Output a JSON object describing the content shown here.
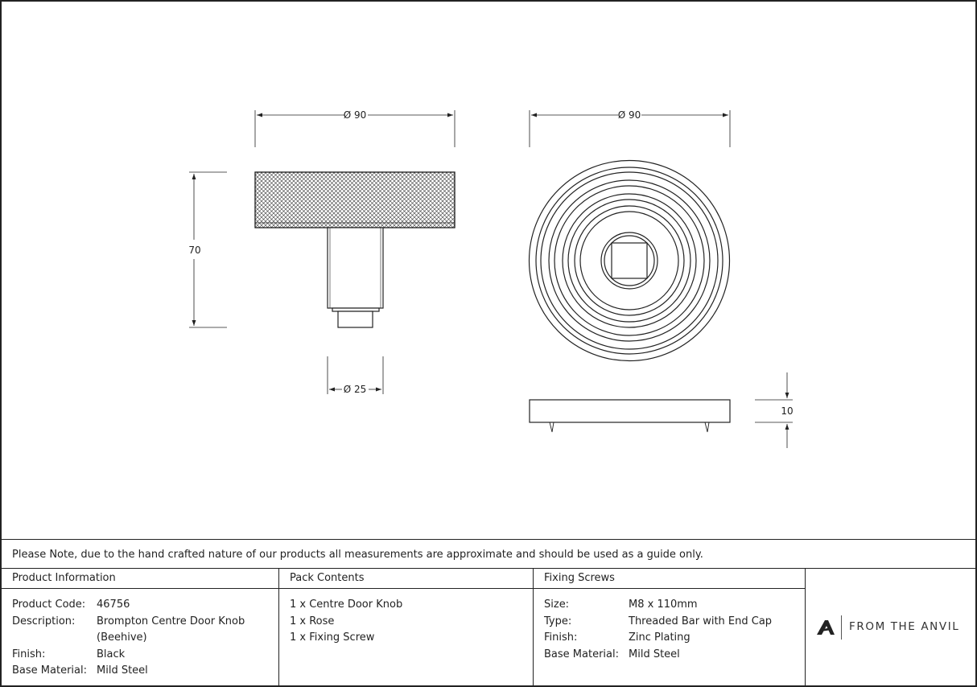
{
  "dimensions": {
    "knob_diameter": "Ø 90",
    "knob_height": "70",
    "spindle_diameter": "Ø 25",
    "rose_diameter": "Ø 90",
    "rose_thickness": "10"
  },
  "note": "Please Note, due to the hand crafted nature of our products all measurements are approximate and should be used as a guide only.",
  "product_info": {
    "heading": "Product Information",
    "rows": [
      {
        "label": "Product Code:",
        "value": "46756"
      },
      {
        "label": "Description:",
        "value": "Brompton Centre Door Knob",
        "value2": "(Beehive)"
      },
      {
        "label": "Finish:",
        "value": "Black"
      },
      {
        "label": "Base Material:",
        "value": "Mild Steel"
      }
    ]
  },
  "pack_contents": {
    "heading": "Pack Contents",
    "items": [
      "1 x Centre Door Knob",
      "1 x Rose",
      "1 x Fixing Screw"
    ]
  },
  "fixing_screws": {
    "heading": "Fixing Screws",
    "rows": [
      {
        "label": "Size:",
        "value": "M8 x 110mm"
      },
      {
        "label": "Type:",
        "value": "Threaded Bar with End Cap"
      },
      {
        "label": "Finish:",
        "value": "Zinc Plating"
      },
      {
        "label": "Base Material:",
        "value": "Mild Steel"
      }
    ]
  },
  "brand": {
    "name": "FROM THE ANVIL",
    "logo_icon": "anvil-a-logo-icon"
  }
}
